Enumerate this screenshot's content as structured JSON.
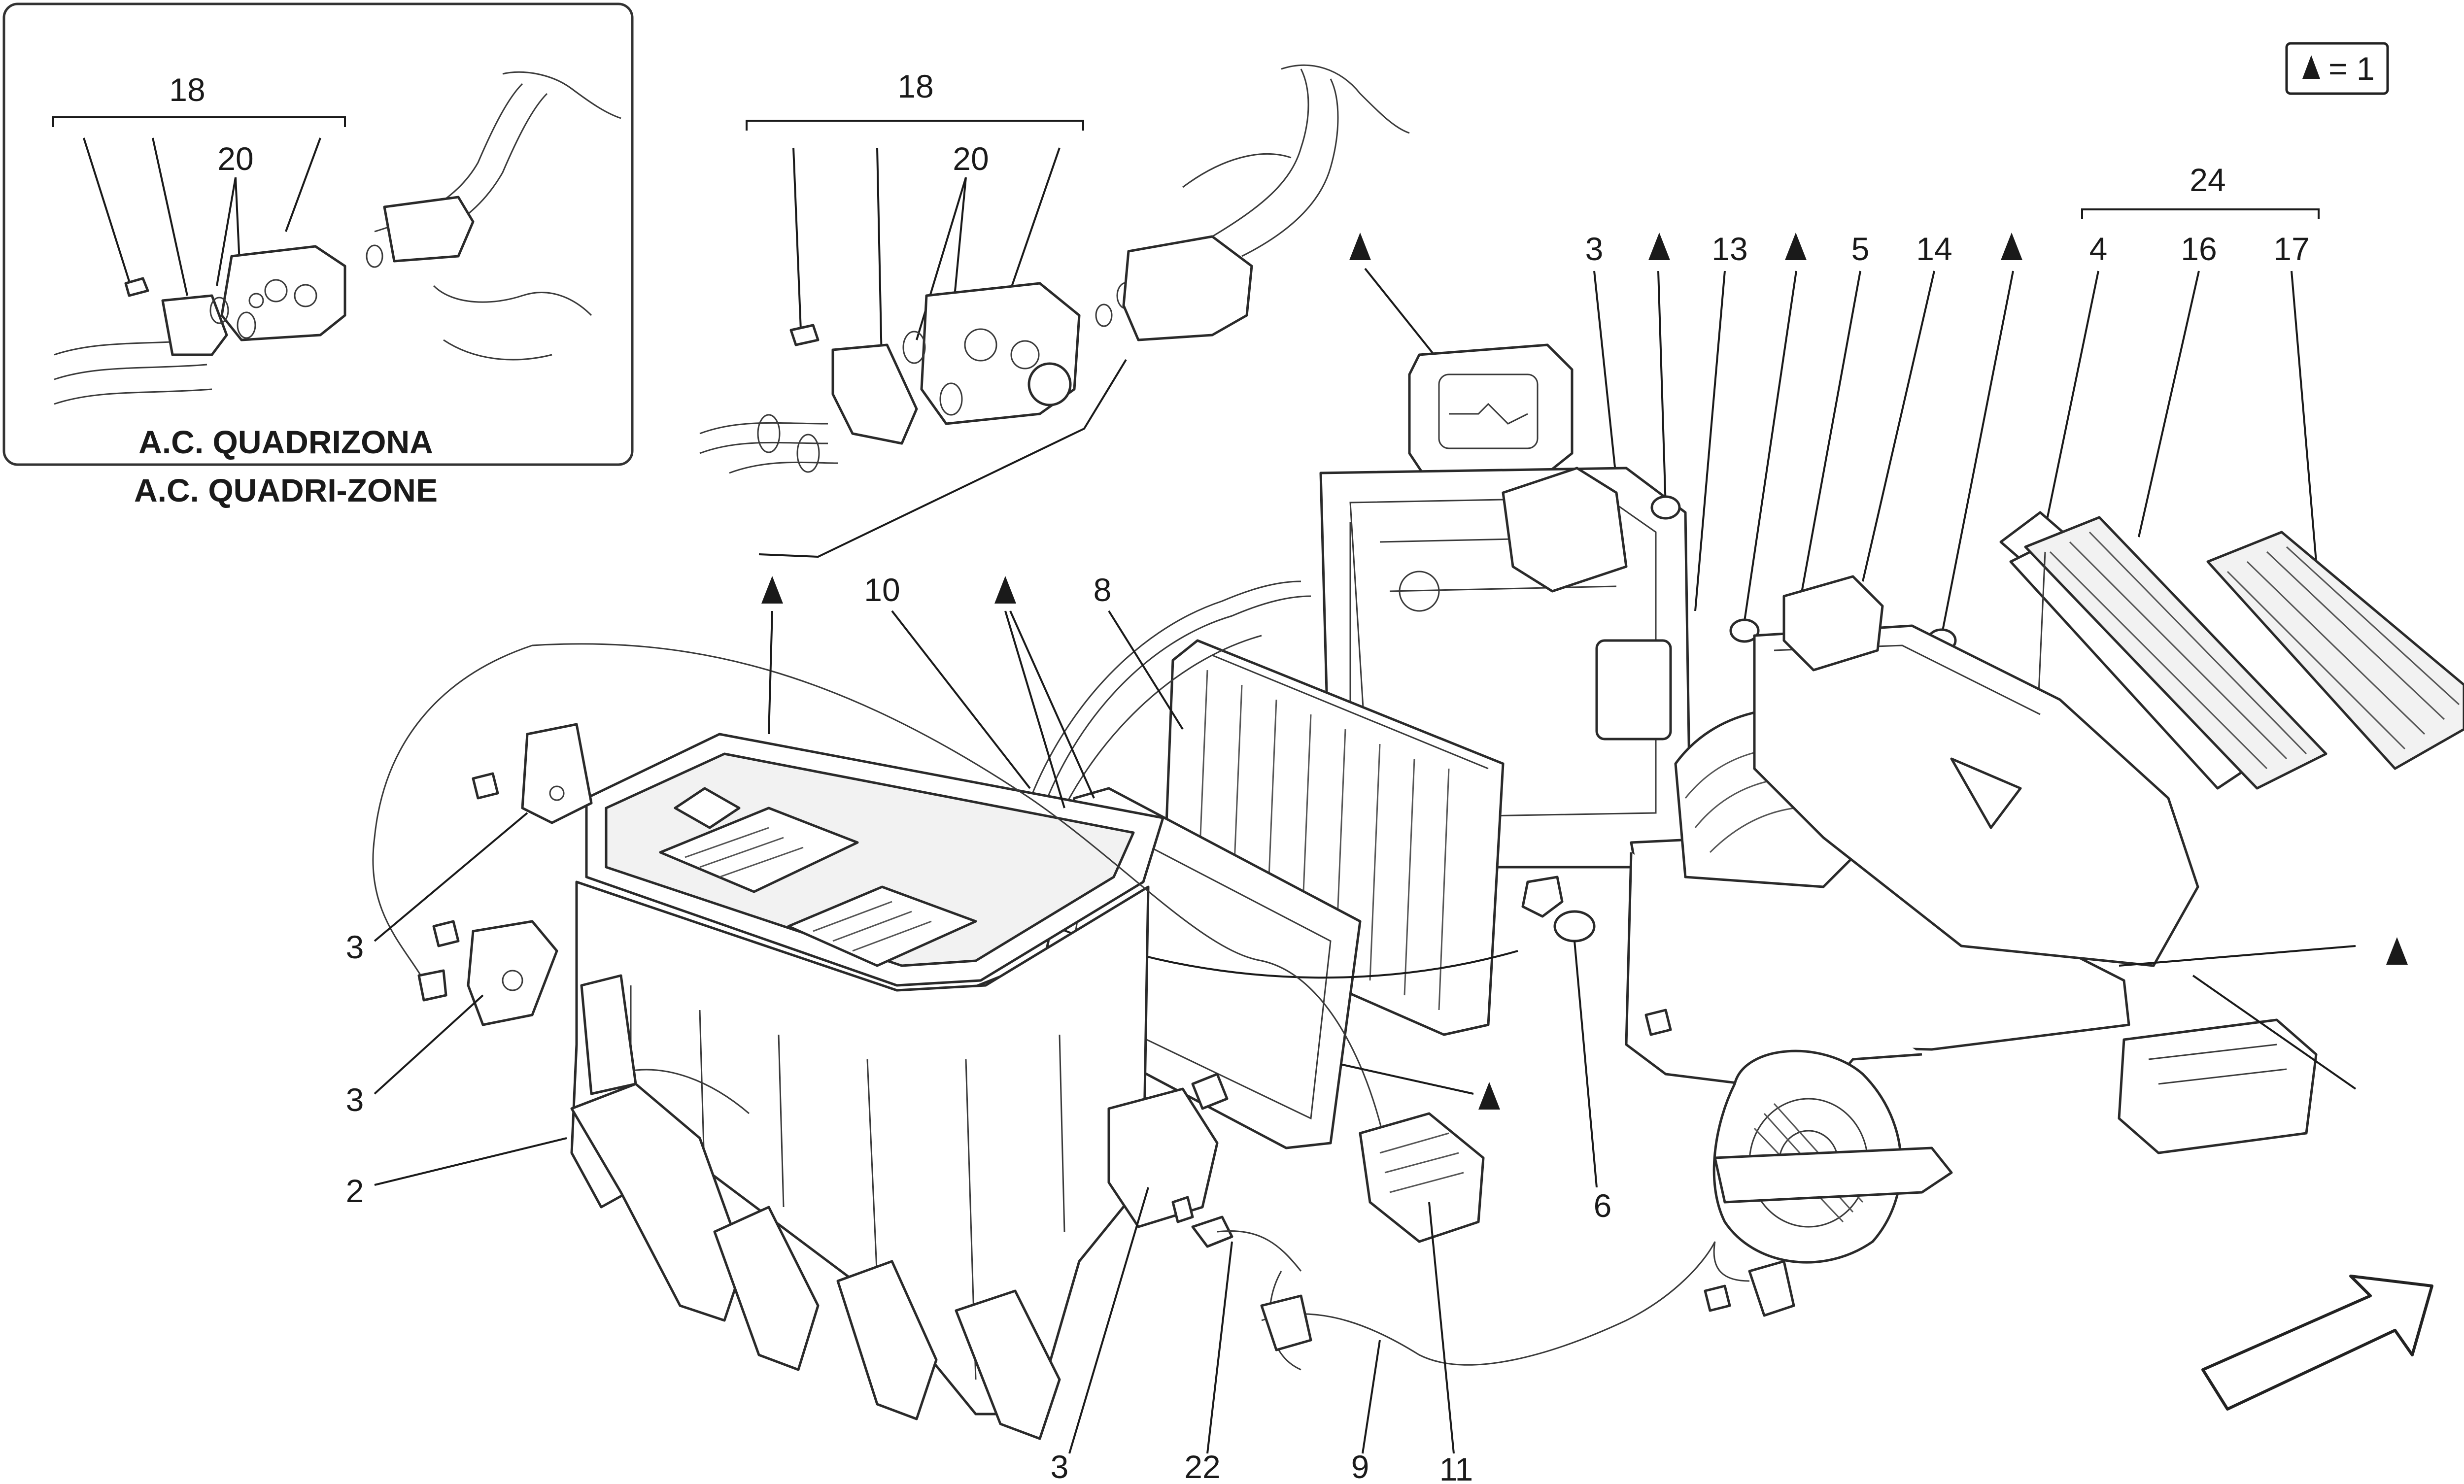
{
  "inset": {
    "caption_line1": "A.C. QUADRIZONA",
    "caption_line2": "A.C. QUADRI-ZONE",
    "label_18": "18",
    "label_20": "20"
  },
  "legend": {
    "text": "= 1"
  },
  "labels": {
    "top_18": "18",
    "top_20": "20",
    "l24": "24",
    "l3_top": "3",
    "l13": "13",
    "l5": "5",
    "l14": "14",
    "l4": "4",
    "l16": "16",
    "l17": "17",
    "l10": "10",
    "l8": "8",
    "l3_a": "3",
    "l3_b": "3",
    "l2": "2",
    "l6": "6",
    "l3_bottom": "3",
    "l22": "22",
    "l9": "9",
    "l11": "11"
  }
}
